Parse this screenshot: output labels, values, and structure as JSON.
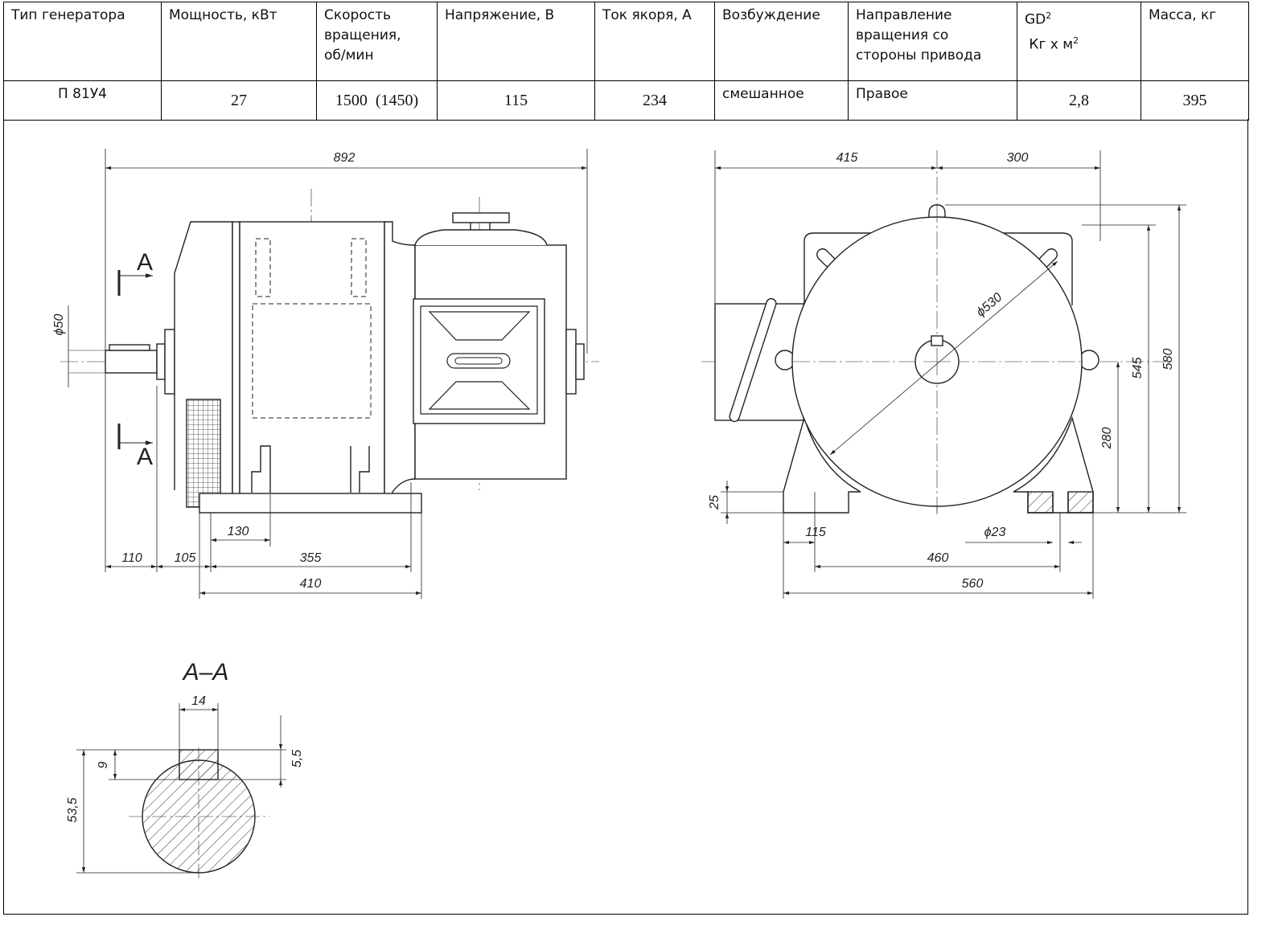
{
  "table": {
    "headers": {
      "type": "Тип генератора",
      "power": "Мощность, кВт",
      "speed_1": "Скорость",
      "speed_2": "вращения,",
      "speed_3": "об/мин",
      "voltage": "Напряжение, В",
      "current": "Ток якоря, А",
      "excitation": "Возбуждение",
      "direction_1": "Направление",
      "direction_2": "вращения со",
      "direction_3": "стороны привода",
      "gd_base": "GD",
      "gd_sup": "2",
      "gd_unit": "Кг х м",
      "gd_unit_sup": "2",
      "mass": "Масса, кг"
    },
    "row": {
      "type": "П 81У4",
      "power": "27",
      "speed": "1500  (1450)",
      "voltage": "115",
      "current": "234",
      "excitation": "смешанное",
      "direction": "Правое",
      "gd": "2,8",
      "mass": "395"
    }
  },
  "side_view": {
    "overall": "892",
    "shaft_dia": "ϕ50",
    "section_marker": "A",
    "d_110": "110",
    "d_105": "105",
    "d_130": "130",
    "d_355": "355",
    "d_410": "410"
  },
  "end_view": {
    "d_415": "415",
    "d_300": "300",
    "d_530": "ϕ530",
    "d_580": "580",
    "d_545": "545",
    "d_280": "280",
    "d_25": "25",
    "d_115": "115",
    "d_23": "ϕ23",
    "d_460": "460",
    "d_560": "560"
  },
  "section_view": {
    "title": "A–A",
    "d_14": "14",
    "d_9": "9",
    "d_55": "5,5",
    "d_535": "53,5"
  }
}
